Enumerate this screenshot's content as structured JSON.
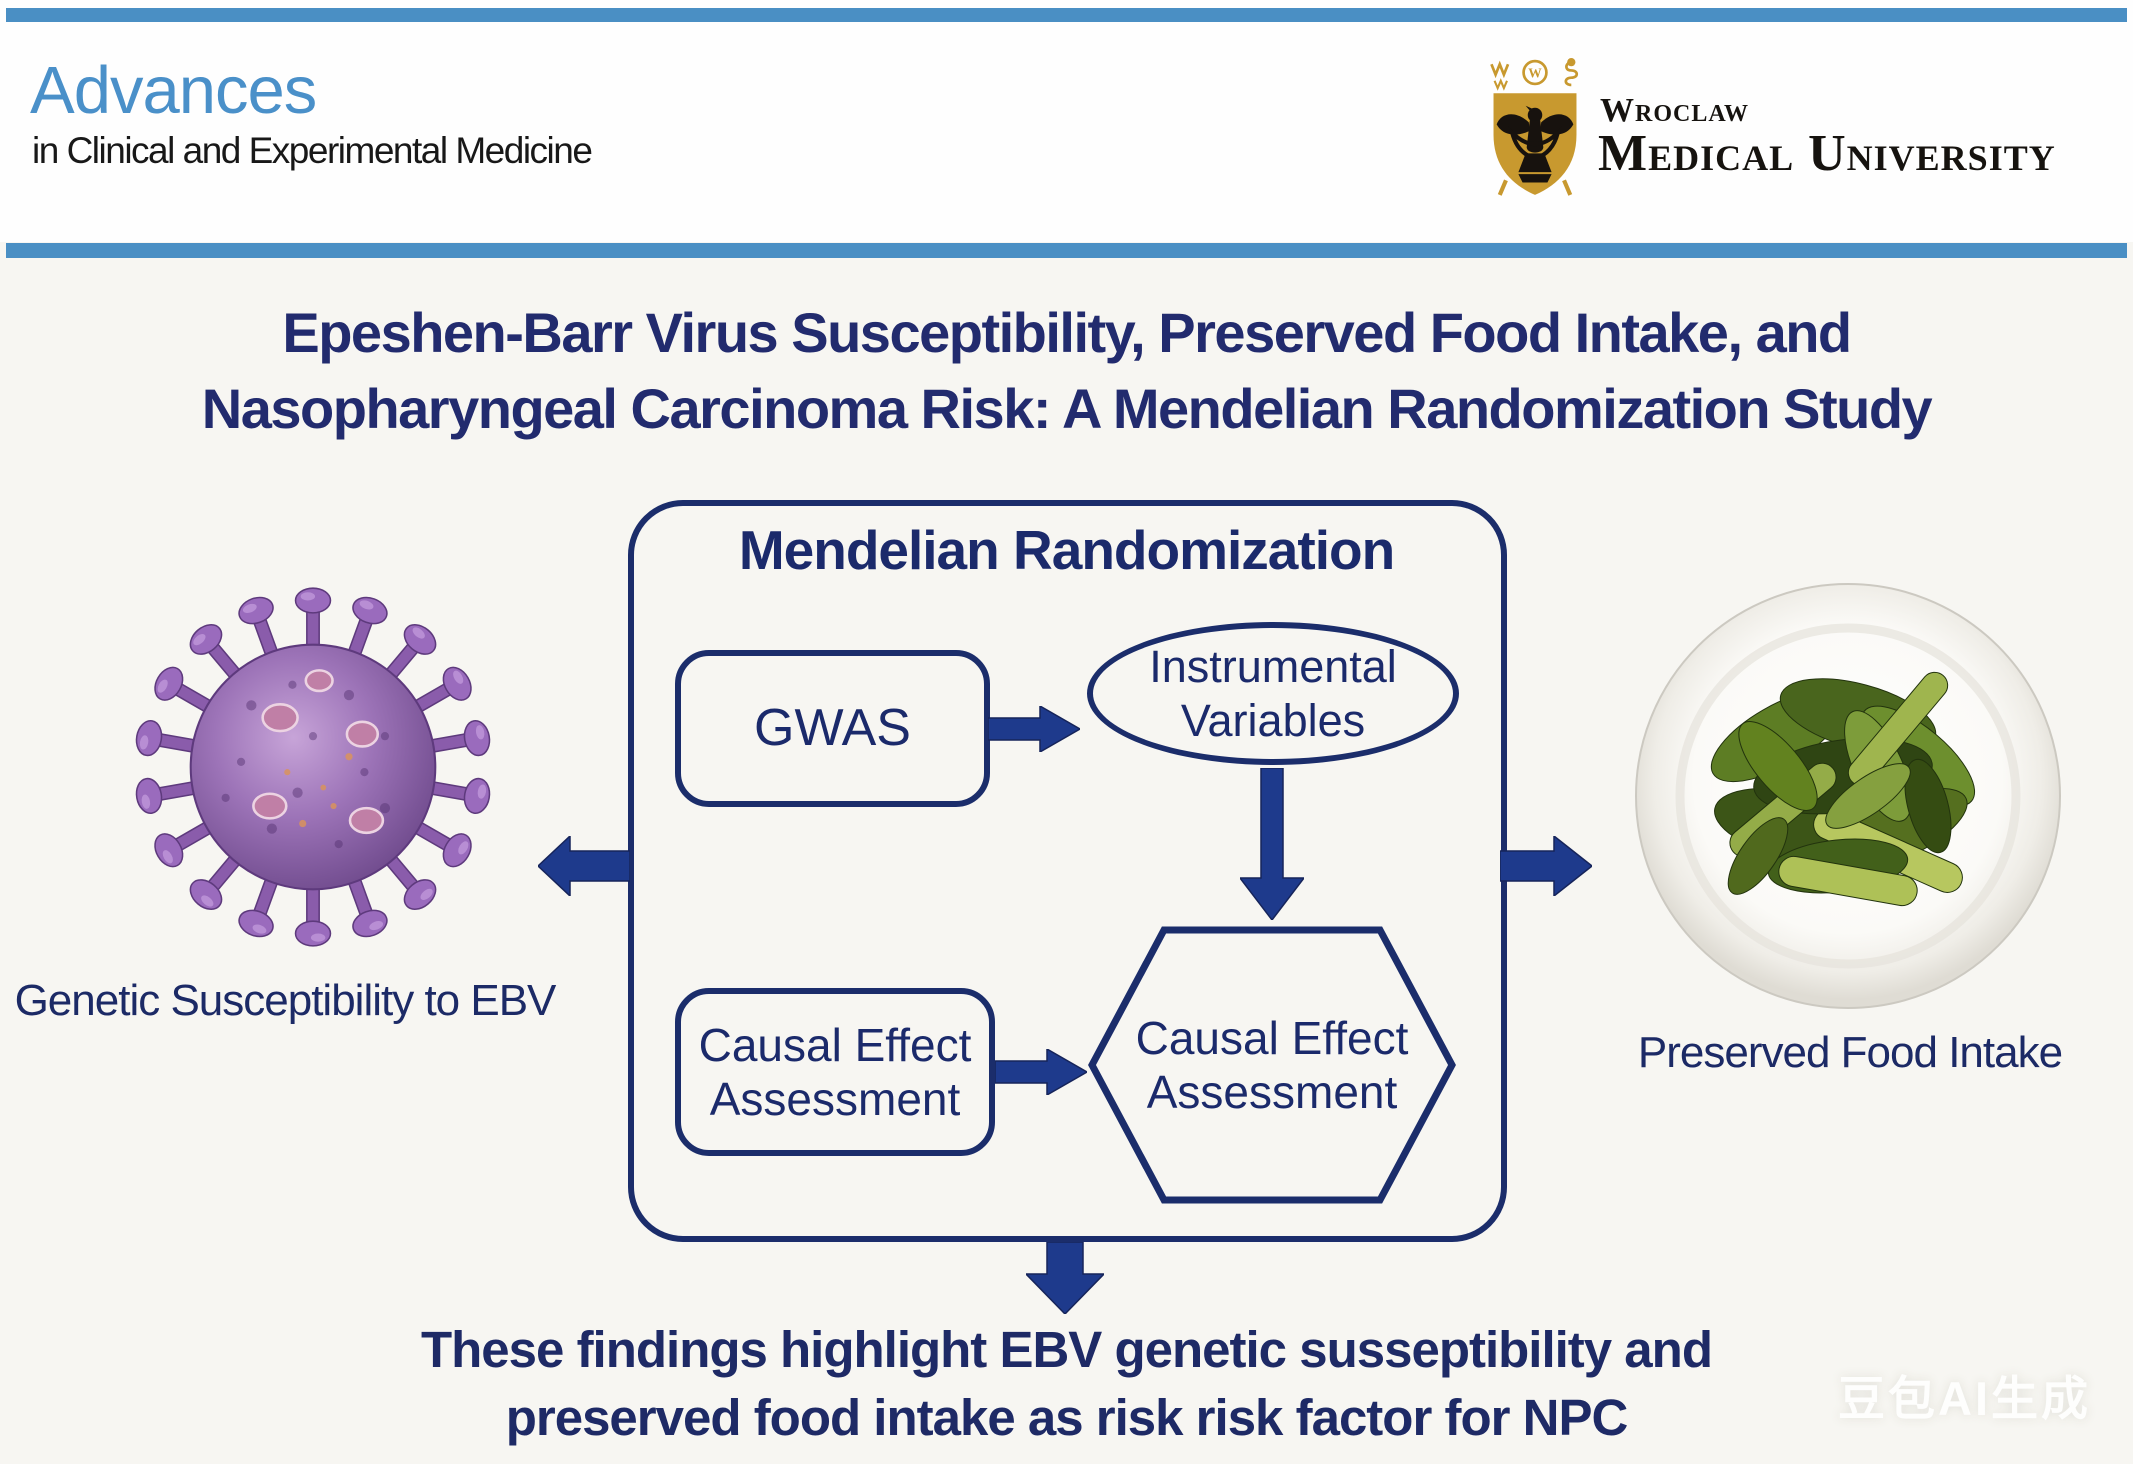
{
  "journal": {
    "name": "Advances",
    "subtitle": "in Clinical and Experimental Medicine"
  },
  "university": {
    "name_line1": "Wroclaw",
    "name_line2": "Medical University"
  },
  "title": {
    "line1": "Epeshen-Barr Virus Susceptibility, Preserved Food Intake, and",
    "line2": "Nasopharyngeal Carcinoma Risk: A Mendelian Randomization Study"
  },
  "diagram": {
    "panel_title": "Mendelian Randomization",
    "gwas_label": "GWAS",
    "iv_line1": "Instrumental",
    "iv_line2": "Variables",
    "causal_box_line1": "Causal Effect",
    "causal_box_line2": "Assessment",
    "hexagon_line1": "Causal Effect",
    "hexagon_line2": "Assessment",
    "left_label": "Genetic Susceptibility to EBV",
    "right_label": "Preserved Food Intake"
  },
  "conclusion": {
    "line1": "These findings highlight EBV genetic susseptibility and",
    "line2": "preserved food intake as risk risk factor for NPC"
  },
  "watermark": "豆包AI生成",
  "colors": {
    "top_bar_blue": "#4a8fc4",
    "journal_blue": "#4a90c9",
    "navy_text": "#222b6e",
    "diagram_border": "#1b2d6b",
    "arrow_fill": "#1e3a8c",
    "logo_gold": "#c8992f",
    "background": "#f7f6f2"
  }
}
